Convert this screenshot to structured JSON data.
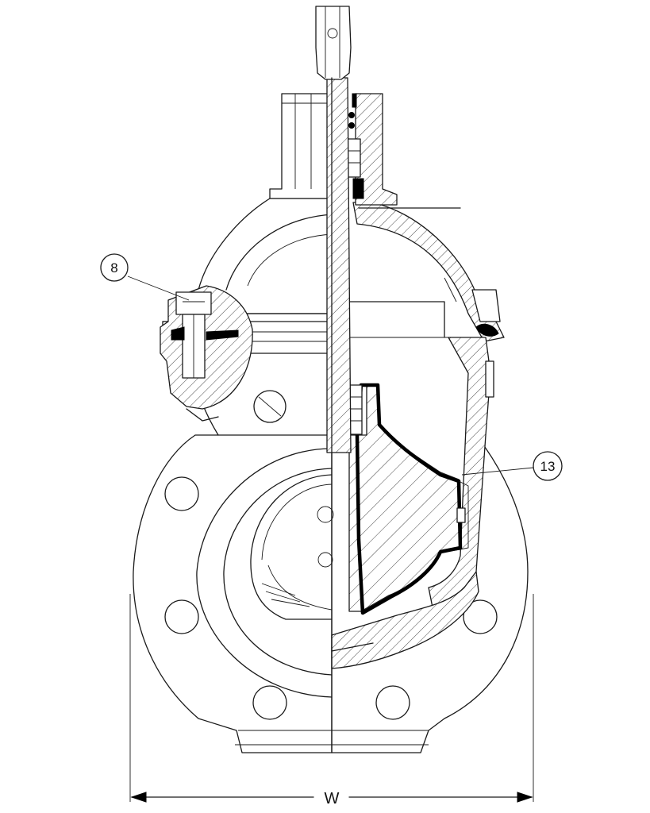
{
  "callouts": [
    {
      "label": "8"
    },
    {
      "label": "13"
    }
  ],
  "dimension": {
    "label": "W"
  },
  "colors": {
    "line": "#1a1a1a",
    "background": "#ffffff",
    "seal": "#000000"
  }
}
